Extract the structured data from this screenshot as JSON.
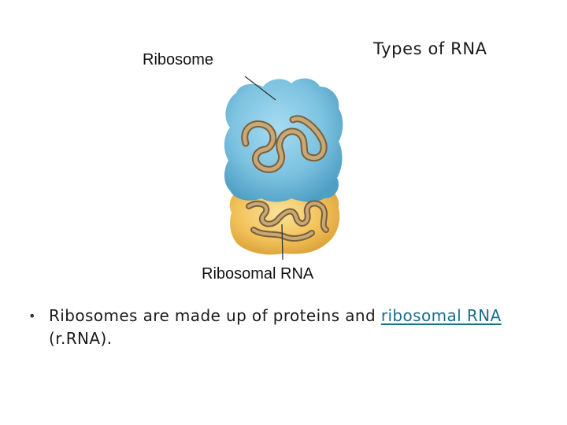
{
  "slide": {
    "title": "Types of RNA"
  },
  "figure": {
    "label_top": "Ribosome",
    "label_bottom": "Ribosomal RNA",
    "colors": {
      "large_subunit": "#7cc2e0",
      "small_subunit": "#f2c25a",
      "rrna_strand": "#a8895a"
    }
  },
  "bullet": {
    "symbol": "•",
    "text_before": "Ribosomes are made up of proteins and ",
    "link_text": "ribosomal RNA",
    "text_after": " (r.RNA)."
  }
}
